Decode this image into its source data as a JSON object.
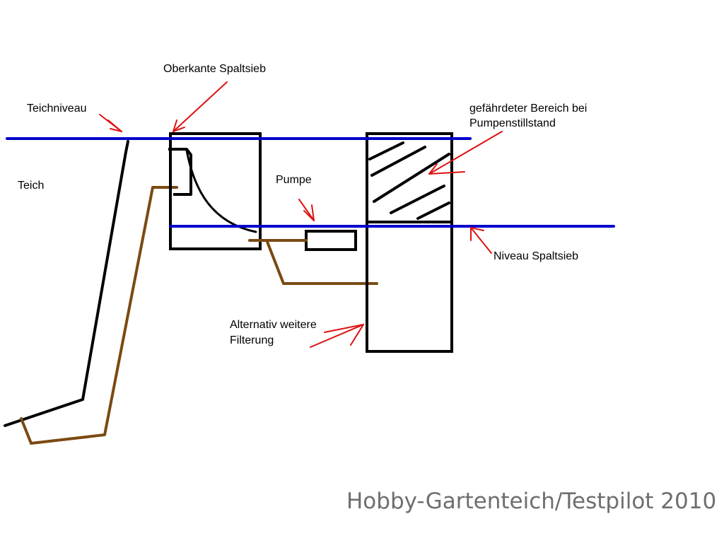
{
  "labels": {
    "oberkante": "Oberkante Spaltsieb",
    "teichniveau": "Teichniveau",
    "teich": "Teich",
    "gefaehrdet_line1": "gefährdeter Bereich bei",
    "gefaehrdet_line2": "Pumpenstillstand",
    "pumpe": "Pumpe",
    "niveau_spaltsieb": "Niveau Spaltsieb",
    "alternativ_line1": "Alternativ weitere",
    "alternativ_line2": "Filterung"
  },
  "watermark": "Hobby-Gartenteich/Testpilot 2010",
  "colors": {
    "water_level": "#0000cc",
    "arrow": "#dd1111",
    "pipe": "#7a4a12",
    "outline": "#000000",
    "watermark": "#6e6e6e"
  }
}
